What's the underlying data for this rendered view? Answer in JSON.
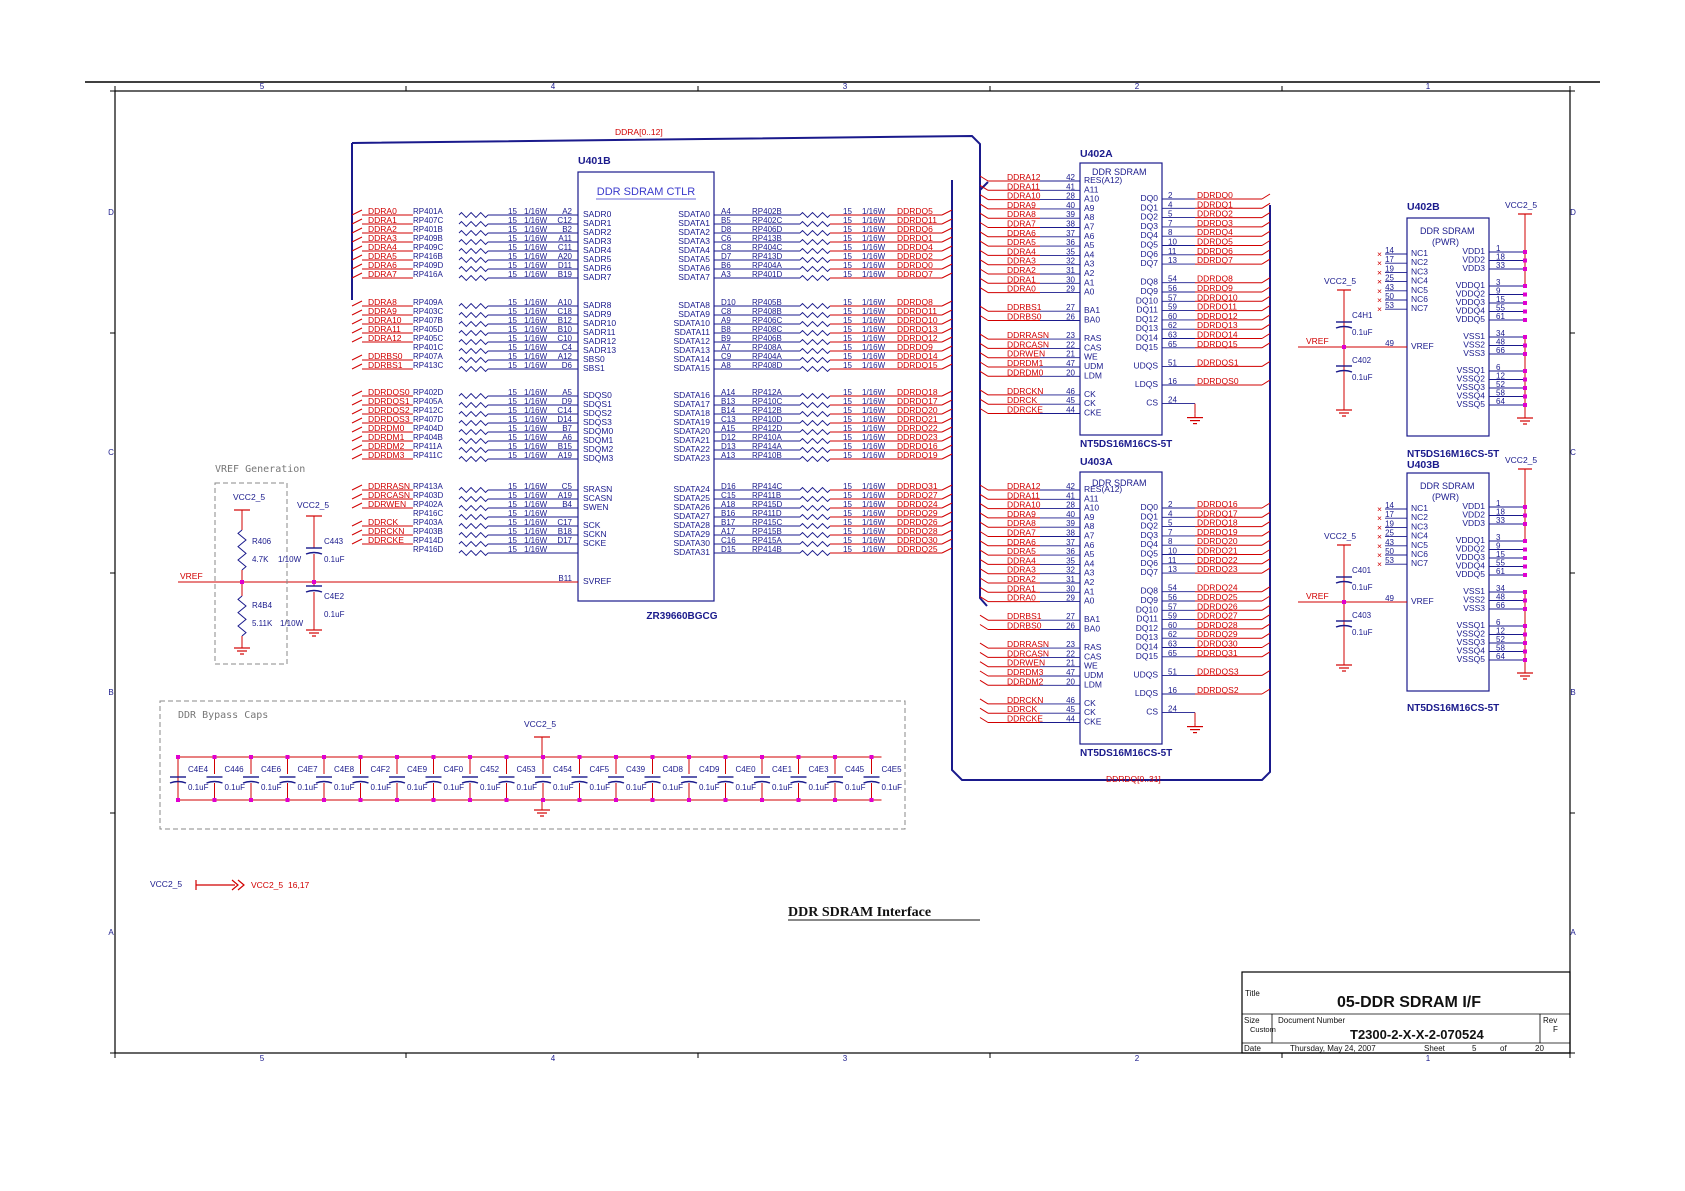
{
  "sheet": {
    "center_title": "DDR SDRAM Interface",
    "col_marks": [
      "5",
      "4",
      "3",
      "2",
      "1"
    ],
    "row_marks": [
      "D",
      "C",
      "B",
      "A"
    ]
  },
  "title_block": {
    "title_label": "Title",
    "title": "05-DDR SDRAM I/F",
    "size_label": "Size",
    "size": "Custom",
    "doc_label": "Document Number",
    "doc_number": "T2300-2-X-X-2-070524",
    "rev_label": "Rev",
    "rev": "F",
    "date_label": "Date",
    "date": "Thursday, May 24, 2007",
    "sheet_label": "Sheet",
    "sheet_num": "5",
    "of_label": "of",
    "sheet_total": "20"
  },
  "controller": {
    "ref": "U401B",
    "box_title": "DDR SDRAM CTLR",
    "part": "ZR39660BGCG",
    "bus_label": "DDRA[0..12]",
    "left_groups": [
      {
        "pins": [
          "SADR0",
          "SADR1",
          "SADR2",
          "SADR3",
          "SADR4",
          "SADR5",
          "SADR6",
          "SADR7"
        ],
        "nets": [
          "DDRA0",
          "DDRA1",
          "DDRA2",
          "DDRA3",
          "DDRA4",
          "DDRA5",
          "DDRA6",
          "DDRA7"
        ],
        "balls": [
          "A2",
          "C12",
          "B2",
          "A11",
          "C11",
          "A20",
          "D11",
          "B19"
        ],
        "rps": [
          "RP401A",
          "RP407C",
          "RP401B",
          "RP409B",
          "RP409C",
          "RP416B",
          "RP409D",
          "RP416A"
        ]
      },
      {
        "pins": [
          "SADR8",
          "SADR9",
          "SADR10",
          "SADR11",
          "SADR12",
          "SADR13",
          "SBS0",
          "SBS1"
        ],
        "nets": [
          "DDRA8",
          "DDRA9",
          "DDRA10",
          "DDRA11",
          "DDRA12",
          "",
          "DDRBS0",
          "DDRBS1"
        ],
        "balls": [
          "A10",
          "C18",
          "B12",
          "B10",
          "C10",
          "C4",
          "A12",
          "D6"
        ],
        "rps": [
          "RP409A",
          "RP403C",
          "RP407B",
          "RP405D",
          "RP405C",
          "RP401C",
          "RP407A",
          "RP413C"
        ]
      },
      {
        "pins": [
          "SDQS0",
          "SDQS1",
          "SDQS2",
          "SDQS3",
          "SDQM0",
          "SDQM1",
          "SDQM2",
          "SDQM3"
        ],
        "nets": [
          "DDRDQS0",
          "DDRDQS1",
          "DDRDQS2",
          "DDRDQS3",
          "DDRDM0",
          "DDRDM1",
          "DDRDM2",
          "DDRDM3"
        ],
        "balls": [
          "A5",
          "D9",
          "C14",
          "D14",
          "B7",
          "A6",
          "B15",
          "A19"
        ],
        "rps": [
          "RP402D",
          "RP405A",
          "RP412C",
          "RP407D",
          "RP404D",
          "RP404B",
          "RP411A",
          "RP411C"
        ]
      },
      {
        "pins": [
          "SRASN",
          "SCASN",
          "SWEN",
          "",
          "SCK",
          "SCKN",
          "SCKE",
          ""
        ],
        "nets": [
          "DDRRASN",
          "DDRCASN",
          "DDRWEN",
          "",
          "DDRCK",
          "DDRCKN",
          "DDRCKE",
          ""
        ],
        "balls": [
          "C5",
          "A19",
          "B4",
          "",
          "C17",
          "B18",
          "D17",
          ""
        ],
        "rps": [
          "RP413A",
          "RP403D",
          "RP402A",
          "RP416C",
          "RP403A",
          "RP403B",
          "RP414D",
          "RP416D"
        ]
      }
    ],
    "right_groups": [
      {
        "pins": [
          "SDATA0",
          "SDATA1",
          "SDATA2",
          "SDATA3",
          "SDATA4",
          "SDATA5",
          "SDATA6",
          "SDATA7"
        ],
        "nets": [
          "DDRDQ5",
          "DDRDQ11",
          "DDRDQ6",
          "DDRDQ1",
          "DDRDQ4",
          "DDRDQ2",
          "DDRDQ0",
          "DDRDQ7"
        ],
        "balls": [
          "A4",
          "B5",
          "D8",
          "C6",
          "C8",
          "D7",
          "B6",
          "A3"
        ],
        "rps": [
          "RP402B",
          "RP402C",
          "RP406D",
          "RP413B",
          "RP404C",
          "RP413D",
          "RP404A",
          "RP401D"
        ]
      },
      {
        "pins": [
          "SDATA8",
          "SDATA9",
          "SDATA10",
          "SDATA11",
          "SDATA12",
          "SDATA13",
          "SDATA14",
          "SDATA15"
        ],
        "nets": [
          "DDRDQ8",
          "DDRDQ11",
          "DDRDQ10",
          "DDRDQ13",
          "DDRDQ12",
          "DDRDQ9",
          "DDRDQ14",
          "DDRDQ15"
        ],
        "balls": [
          "D10",
          "C8",
          "A9",
          "B8",
          "B9",
          "A7",
          "C9",
          "A8"
        ],
        "rps": [
          "RP405B",
          "RP408B",
          "RP406C",
          "RP408C",
          "RP406B",
          "RP408A",
          "RP404A",
          "RP408D"
        ]
      },
      {
        "pins": [
          "SDATA16",
          "SDATA17",
          "SDATA18",
          "SDATA19",
          "SDATA20",
          "SDATA21",
          "SDATA22",
          "SDATA23"
        ],
        "nets": [
          "DDRDQ18",
          "DDRDQ17",
          "DDRDQ20",
          "DDRDQ21",
          "DDRDQ22",
          "DDRDQ23",
          "DDRDQ16",
          "DDRDQ19"
        ],
        "balls": [
          "A14",
          "B13",
          "B14",
          "C13",
          "A15",
          "D12",
          "D13",
          "A13"
        ],
        "rps": [
          "RP412A",
          "RP410C",
          "RP412B",
          "RP410D",
          "RP412D",
          "RP410A",
          "RP414A",
          "RP410B"
        ]
      },
      {
        "pins": [
          "SDATA24",
          "SDATA25",
          "SDATA26",
          "SDATA27",
          "SDATA28",
          "SDATA29",
          "SDATA30",
          "SDATA31"
        ],
        "nets": [
          "DDRDQ31",
          "DDRDQ27",
          "DDRDQ24",
          "DDRDQ29",
          "DDRDQ26",
          "DDRDQ28",
          "DDRDQ30",
          "DDRDQ25"
        ],
        "balls": [
          "D16",
          "C15",
          "A18",
          "B16",
          "B17",
          "A17",
          "C16",
          "D15"
        ],
        "rps": [
          "RP414C",
          "RP411B",
          "RP415D",
          "RP411D",
          "RP415C",
          "RP415B",
          "RP415A",
          "RP414B"
        ]
      }
    ],
    "res_value": "15",
    "res_power": "1/16W",
    "svref_pin": "SVREF",
    "svref_ball": "B11",
    "vref_net": "VREF"
  },
  "dram_a": {
    "ref": "U402A",
    "box_title": "DDR SDRAM",
    "part": "NT5DS16M16CS-5T",
    "left_pins": [
      {
        "net": "DDRA12",
        "num": "42",
        "pin": "RES(A12)"
      },
      {
        "net": "DDRA11",
        "num": "41",
        "pin": "A11"
      },
      {
        "net": "DDRA10",
        "num": "28",
        "pin": "A10"
      },
      {
        "net": "DDRA9",
        "num": "40",
        "pin": "A9"
      },
      {
        "net": "DDRA8",
        "num": "39",
        "pin": "A8"
      },
      {
        "net": "DDRA7",
        "num": "38",
        "pin": "A7"
      },
      {
        "net": "DDRA6",
        "num": "37",
        "pin": "A6"
      },
      {
        "net": "DDRA5",
        "num": "36",
        "pin": "A5"
      },
      {
        "net": "DDRA4",
        "num": "35",
        "pin": "A4"
      },
      {
        "net": "DDRA3",
        "num": "32",
        "pin": "A3"
      },
      {
        "net": "DDRA2",
        "num": "31",
        "pin": "A2"
      },
      {
        "net": "DDRA1",
        "num": "30",
        "pin": "A1"
      },
      {
        "net": "DDRA0",
        "num": "29",
        "pin": "A0"
      },
      {
        "net": "",
        "num": "",
        "pin": ""
      },
      {
        "net": "DDRBS1",
        "num": "27",
        "pin": "BA1"
      },
      {
        "net": "DDRBS0",
        "num": "26",
        "pin": "BA0"
      },
      {
        "net": "",
        "num": "",
        "pin": ""
      },
      {
        "net": "DDRRASN",
        "num": "23",
        "pin": "RAS"
      },
      {
        "net": "DDRCASN",
        "num": "22",
        "pin": "CAS"
      },
      {
        "net": "DDRWEN",
        "num": "21",
        "pin": "WE"
      },
      {
        "net": "DDRDM1",
        "num": "47",
        "pin": "UDM"
      },
      {
        "net": "DDRDM0",
        "num": "20",
        "pin": "LDM"
      },
      {
        "net": "",
        "num": "",
        "pin": ""
      },
      {
        "net": "DDRCKN",
        "num": "46",
        "pin": "CK"
      },
      {
        "net": "DDRCK",
        "num": "45",
        "pin": "CK"
      },
      {
        "net": "DDRCKE",
        "num": "44",
        "pin": "CKE"
      }
    ],
    "right_pins": [
      {
        "pin": "DQ0",
        "num": "2",
        "net": "DDRDQ0"
      },
      {
        "pin": "DQ1",
        "num": "4",
        "net": "DDRDQ1"
      },
      {
        "pin": "DQ2",
        "num": "5",
        "net": "DDRDQ2"
      },
      {
        "pin": "DQ3",
        "num": "7",
        "net": "DDRDQ3"
      },
      {
        "pin": "DQ4",
        "num": "8",
        "net": "DDRDQ4"
      },
      {
        "pin": "DQ5",
        "num": "10",
        "net": "DDRDQ5"
      },
      {
        "pin": "DQ6",
        "num": "11",
        "net": "DDRDQ6"
      },
      {
        "pin": "DQ7",
        "num": "13",
        "net": "DDRDQ7"
      },
      {
        "pin": "",
        "num": "",
        "net": ""
      },
      {
        "pin": "DQ8",
        "num": "54",
        "net": "DDRDQ8"
      },
      {
        "pin": "DQ9",
        "num": "56",
        "net": "DDRDQ9"
      },
      {
        "pin": "DQ10",
        "num": "57",
        "net": "DDRDQ10"
      },
      {
        "pin": "DQ11",
        "num": "59",
        "net": "DDRDQ11"
      },
      {
        "pin": "DQ12",
        "num": "60",
        "net": "DDRDQ12"
      },
      {
        "pin": "DQ13",
        "num": "62",
        "net": "DDRDQ13"
      },
      {
        "pin": "DQ14",
        "num": "63",
        "net": "DDRDQ14"
      },
      {
        "pin": "DQ15",
        "num": "65",
        "net": "DDRDQ15"
      },
      {
        "pin": "",
        "num": "",
        "net": ""
      },
      {
        "pin": "UDQS",
        "num": "51",
        "net": "DDRDQS1"
      },
      {
        "pin": "",
        "num": "",
        "net": ""
      },
      {
        "pin": "LDQS",
        "num": "16",
        "net": "DDRDQS0"
      },
      {
        "pin": "",
        "num": "",
        "net": ""
      },
      {
        "pin": "CS",
        "num": "24",
        "net": ""
      }
    ]
  },
  "dram_b": {
    "ref": "U403A",
    "box_title": "DDR SDRAM",
    "part": "NT5DS16M16CS-5T",
    "left_pins": [
      {
        "net": "DDRA12",
        "num": "42",
        "pin": "RES(A12)"
      },
      {
        "net": "DDRA11",
        "num": "41",
        "pin": "A11"
      },
      {
        "net": "DDRA10",
        "num": "28",
        "pin": "A10"
      },
      {
        "net": "DDRA9",
        "num": "40",
        "pin": "A9"
      },
      {
        "net": "DDRA8",
        "num": "39",
        "pin": "A8"
      },
      {
        "net": "DDRA7",
        "num": "38",
        "pin": "A7"
      },
      {
        "net": "DDRA6",
        "num": "37",
        "pin": "A6"
      },
      {
        "net": "DDRA5",
        "num": "36",
        "pin": "A5"
      },
      {
        "net": "DDRA4",
        "num": "35",
        "pin": "A4"
      },
      {
        "net": "DDRA3",
        "num": "32",
        "pin": "A3"
      },
      {
        "net": "DDRA2",
        "num": "31",
        "pin": "A2"
      },
      {
        "net": "DDRA1",
        "num": "30",
        "pin": "A1"
      },
      {
        "net": "DDRA0",
        "num": "29",
        "pin": "A0"
      },
      {
        "net": "",
        "num": "",
        "pin": ""
      },
      {
        "net": "DDRBS1",
        "num": "27",
        "pin": "BA1"
      },
      {
        "net": "DDRBS0",
        "num": "26",
        "pin": "BA0"
      },
      {
        "net": "",
        "num": "",
        "pin": ""
      },
      {
        "net": "DDRRASN",
        "num": "23",
        "pin": "RAS"
      },
      {
        "net": "DDRCASN",
        "num": "22",
        "pin": "CAS"
      },
      {
        "net": "DDRWEN",
        "num": "21",
        "pin": "WE"
      },
      {
        "net": "DDRDM3",
        "num": "47",
        "pin": "UDM"
      },
      {
        "net": "DDRDM2",
        "num": "20",
        "pin": "LDM"
      },
      {
        "net": "",
        "num": "",
        "pin": ""
      },
      {
        "net": "DDRCKN",
        "num": "46",
        "pin": "CK"
      },
      {
        "net": "DDRCK",
        "num": "45",
        "pin": "CK"
      },
      {
        "net": "DDRCKE",
        "num": "44",
        "pin": "CKE"
      }
    ],
    "right_pins": [
      {
        "pin": "DQ0",
        "num": "2",
        "net": "DDRDQ16"
      },
      {
        "pin": "DQ1",
        "num": "4",
        "net": "DDRDQ17"
      },
      {
        "pin": "DQ2",
        "num": "5",
        "net": "DDRDQ18"
      },
      {
        "pin": "DQ3",
        "num": "7",
        "net": "DDRDQ19"
      },
      {
        "pin": "DQ4",
        "num": "8",
        "net": "DDRDQ20"
      },
      {
        "pin": "DQ5",
        "num": "10",
        "net": "DDRDQ21"
      },
      {
        "pin": "DQ6",
        "num": "11",
        "net": "DDRDQ22"
      },
      {
        "pin": "DQ7",
        "num": "13",
        "net": "DDRDQ23"
      },
      {
        "pin": "",
        "num": "",
        "net": ""
      },
      {
        "pin": "DQ8",
        "num": "54",
        "net": "DDRDQ24"
      },
      {
        "pin": "DQ9",
        "num": "56",
        "net": "DDRDQ25"
      },
      {
        "pin": "DQ10",
        "num": "57",
        "net": "DDRDQ26"
      },
      {
        "pin": "DQ11",
        "num": "59",
        "net": "DDRDQ27"
      },
      {
        "pin": "DQ12",
        "num": "60",
        "net": "DDRDQ28"
      },
      {
        "pin": "DQ13",
        "num": "62",
        "net": "DDRDQ29"
      },
      {
        "pin": "DQ14",
        "num": "63",
        "net": "DDRDQ30"
      },
      {
        "pin": "DQ15",
        "num": "65",
        "net": "DDRDQ31"
      },
      {
        "pin": "",
        "num": "",
        "net": ""
      },
      {
        "pin": "UDQS",
        "num": "51",
        "net": "DDRDQS3"
      },
      {
        "pin": "",
        "num": "",
        "net": ""
      },
      {
        "pin": "LDQS",
        "num": "16",
        "net": "DDRDQS2"
      },
      {
        "pin": "",
        "num": "",
        "net": ""
      },
      {
        "pin": "CS",
        "num": "24",
        "net": ""
      }
    ],
    "bus_label": "DDRDQ[0..31]"
  },
  "pwr_a": {
    "ref": "U402B",
    "box_title": "DDR SDRAM",
    "sub_title": "(PWR)",
    "part": "NT5DS16M16CS-5T",
    "vcc": "VCC2_5",
    "vref_net": "VREF",
    "left_pins": [
      {
        "num": "14",
        "pin": "NC1"
      },
      {
        "num": "17",
        "pin": "NC2"
      },
      {
        "num": "19",
        "pin": "NC3"
      },
      {
        "num": "25",
        "pin": "NC4"
      },
      {
        "num": "43",
        "pin": "NC5"
      },
      {
        "num": "50",
        "pin": "NC6"
      },
      {
        "num": "53",
        "pin": "NC7"
      }
    ],
    "vref_pin": {
      "num": "49",
      "pin": "VREF"
    },
    "right_pins": [
      {
        "pin": "VDD1",
        "num": "1"
      },
      {
        "pin": "VDD2",
        "num": "18"
      },
      {
        "pin": "VDD3",
        "num": "33"
      },
      {
        "pin": "",
        "num": ""
      },
      {
        "pin": "VDDQ1",
        "num": "3"
      },
      {
        "pin": "VDDQ2",
        "num": "9"
      },
      {
        "pin": "VDDQ3",
        "num": "15"
      },
      {
        "pin": "VDDQ4",
        "num": "55"
      },
      {
        "pin": "VDDQ5",
        "num": "61"
      },
      {
        "pin": "",
        "num": ""
      },
      {
        "pin": "VSS1",
        "num": "34"
      },
      {
        "pin": "VSS2",
        "num": "48"
      },
      {
        "pin": "VSS3",
        "num": "66"
      },
      {
        "pin": "",
        "num": ""
      },
      {
        "pin": "VSSQ1",
        "num": "6"
      },
      {
        "pin": "VSSQ2",
        "num": "12"
      },
      {
        "pin": "VSSQ3",
        "num": "52"
      },
      {
        "pin": "VSSQ4",
        "num": "58"
      },
      {
        "pin": "VSSQ5",
        "num": "64"
      }
    ],
    "caps": [
      {
        "ref": "C4H1",
        "val": "0.1uF"
      },
      {
        "ref": "C402",
        "val": "0.1uF"
      }
    ]
  },
  "pwr_b": {
    "ref": "U403B",
    "box_title": "DDR SDRAM",
    "sub_title": "(PWR)",
    "part": "NT5DS16M16CS-5T",
    "vcc": "VCC2_5",
    "vref_net": "VREF",
    "caps": [
      {
        "ref": "C401",
        "val": "0.1uF"
      },
      {
        "ref": "C403",
        "val": "0.1uF"
      }
    ]
  },
  "vref_gen": {
    "title": "VREF Generation",
    "vcc1": "VCC2_5",
    "vcc2": "VCC2_5",
    "r_top": {
      "ref": "R406",
      "val": "4.7K",
      "pwr": "1/10W"
    },
    "r_bot": {
      "ref": "R4B4",
      "val": "5.11K",
      "pwr": "1/10W"
    },
    "c_top": {
      "ref": "C443",
      "val": "0.1uF"
    },
    "c_bot": {
      "ref": "C4E2",
      "val": "0.1uF"
    },
    "net": "VREF"
  },
  "bypass": {
    "title": "DDR Bypass Caps",
    "vcc": "VCC2_5",
    "caps": [
      "C4E4",
      "C446",
      "C4E6",
      "C4E7",
      "C4E8",
      "C4F2",
      "C4E9",
      "C4F0",
      "C452",
      "C453",
      "C454",
      "C4F5",
      "C439",
      "C4D8",
      "C4D9",
      "C4E0",
      "C4E1",
      "C4E3",
      "C445",
      "C4E5"
    ],
    "val": "0.1uF"
  },
  "offpage": {
    "from": "VCC2_5",
    "to": "VCC2_5",
    "pages": "16,17"
  }
}
